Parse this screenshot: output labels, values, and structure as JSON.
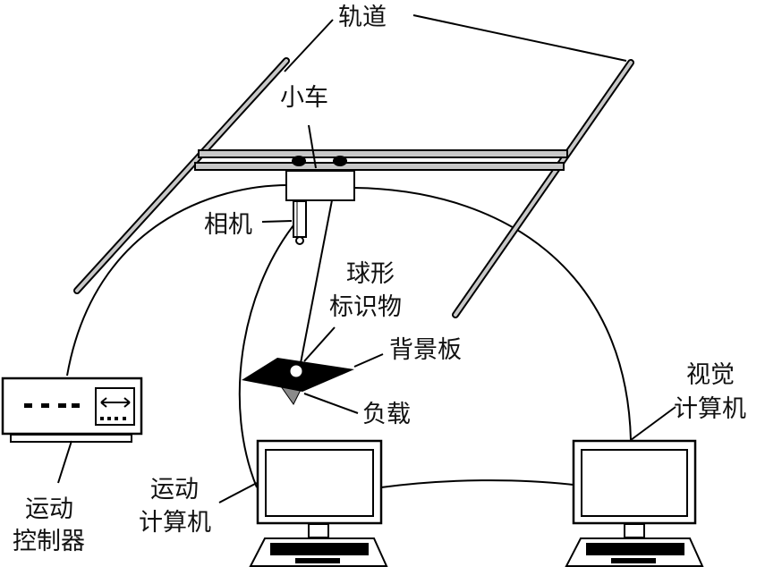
{
  "labels": {
    "track": "轨道",
    "cart": "小车",
    "camera": "相机",
    "marker_line1": "球形",
    "marker_line2": "标识物",
    "background_board": "背景板",
    "load": "负载",
    "vision_computer_line1": "视觉",
    "vision_computer_line2": "计算机",
    "motion_computer_line1": "运动",
    "motion_computer_line2": "计算机",
    "motion_controller_line1": "运动",
    "motion_controller_line2": "控制器"
  },
  "colors": {
    "stroke": "#000000",
    "rail_fill": "#c8c8c8",
    "load_fill": "#8a8a8a",
    "board_fill": "#000000"
  }
}
